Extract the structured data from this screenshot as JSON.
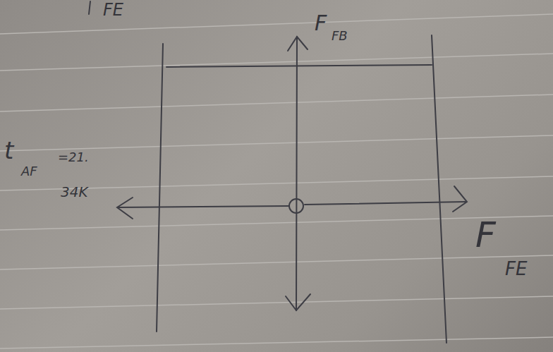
{
  "diagram": {
    "labels": [
      "FE",
      "F",
      "FB",
      "t",
      "AF",
      "=21.",
      "34K",
      "F",
      "FE"
    ]
  }
}
